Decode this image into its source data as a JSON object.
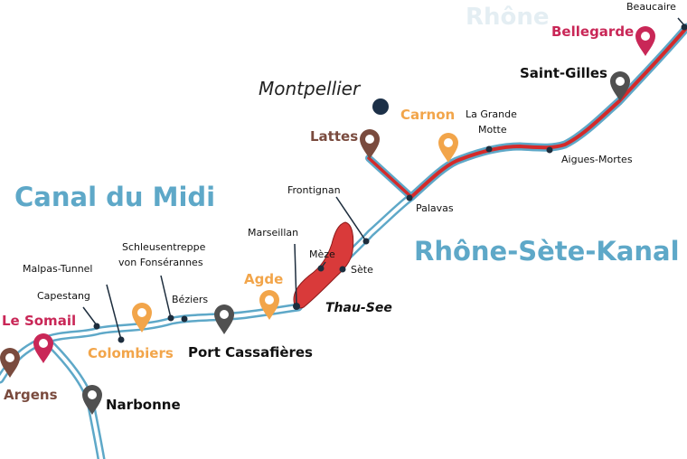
{
  "background_text": "Rhône",
  "regions": {
    "canal_du_midi": "Canal du Midi",
    "rhone_sete": "Rhône-Sète-Kanal"
  },
  "city": "Montpellier",
  "lake": "Thau-See",
  "colors": {
    "orange": "#f2a54a",
    "red": "#c92757",
    "brown": "#7a4b3e",
    "dark": "#505050",
    "water": "#5ea8c8",
    "route": "#d42a2a"
  },
  "bases": {
    "beaucaire": "Beaucaire",
    "bellegarde": "Bellegarde",
    "saint_gilles": "Saint-Gilles",
    "carnon": "Carnon",
    "lattes": "Lattes",
    "agde": "Agde",
    "port_cassafieres": "Port Cassafières",
    "colombiers": "Colombiers",
    "le_somail": "Le Somail",
    "argens": "Argens",
    "narbonne": "Narbonne"
  },
  "places": {
    "la_grande_motte_1": "La Grande",
    "la_grande_motte_2": "Motte",
    "aigues_mortes": "Aigues-Mortes",
    "palavas": "Palavas",
    "frontignan": "Frontignan",
    "marseillan": "Marseillan",
    "meze": "Mèze",
    "sete": "Sète",
    "schleusentreppe_1": "Schleusentreppe",
    "schleusentreppe_2": "von Fonsérannes",
    "beziers": "Béziers",
    "malpas": "Malpas-Tunnel",
    "capestang": "Capestang"
  }
}
